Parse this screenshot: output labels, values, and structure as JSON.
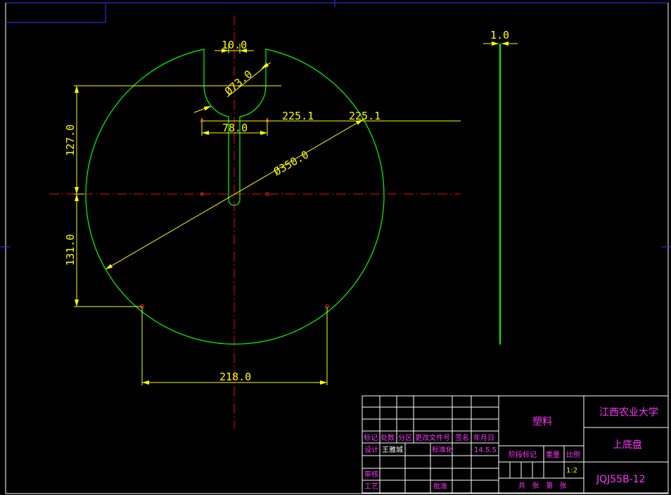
{
  "dimensions": {
    "slot_width": "10.0",
    "slot_diameter": "Ø73.0",
    "cut_width": "78.0",
    "offset_left": "225.1",
    "offset_right": "225.1",
    "main_diameter": "Ø350.0",
    "upper_height": "127.0",
    "lower_height": "131.0",
    "bottom_width": "218.0",
    "side_thickness": "1.0"
  },
  "title_block": {
    "headers": [
      "标记",
      "处数",
      "分区",
      "更改文件号",
      "签名",
      "年月日"
    ],
    "design_label": "设计",
    "designer": "王雅城",
    "standardize_label": "标准化",
    "date": "14.5.5",
    "review_label": "审核",
    "process_label": "工艺",
    "approve_label": "批准",
    "material": "塑料",
    "stage_label": "阶段标记",
    "weight_label": "重量",
    "scale_label": "比例",
    "scale": "1:2",
    "sheets_label": "共   张   第   张",
    "institution": "江西农业大学",
    "part_name": "上底盘",
    "drawing_number": "JQJ55B-12"
  },
  "colors": {
    "background": "#000000",
    "outline": "#00ff00",
    "dimension": "#ffff00",
    "centerline": "#ff0000",
    "frame": "#0000ff",
    "title_text": "#ff33ff",
    "table_lines": "#ffffff"
  }
}
